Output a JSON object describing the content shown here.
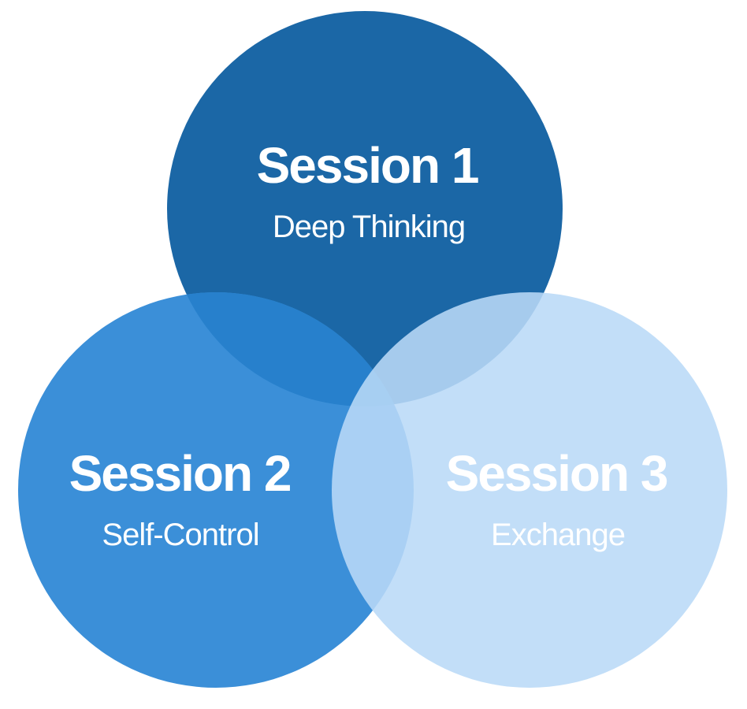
{
  "diagram": {
    "type": "venn",
    "sessions": [
      {
        "title": "Session 1",
        "subtitle": "Deep Thinking",
        "color": "#1b67a6",
        "opacity": 1
      },
      {
        "title": "Session 2",
        "subtitle": "Self-Control",
        "color": "#3b8fd8",
        "opacity": 1
      },
      {
        "title": "Session 3",
        "subtitle": "Exchange",
        "color": "#bad9f7",
        "opacity": 0.88
      }
    ],
    "overlap_colors": {
      "session1_session2": "#2780cc"
    }
  }
}
